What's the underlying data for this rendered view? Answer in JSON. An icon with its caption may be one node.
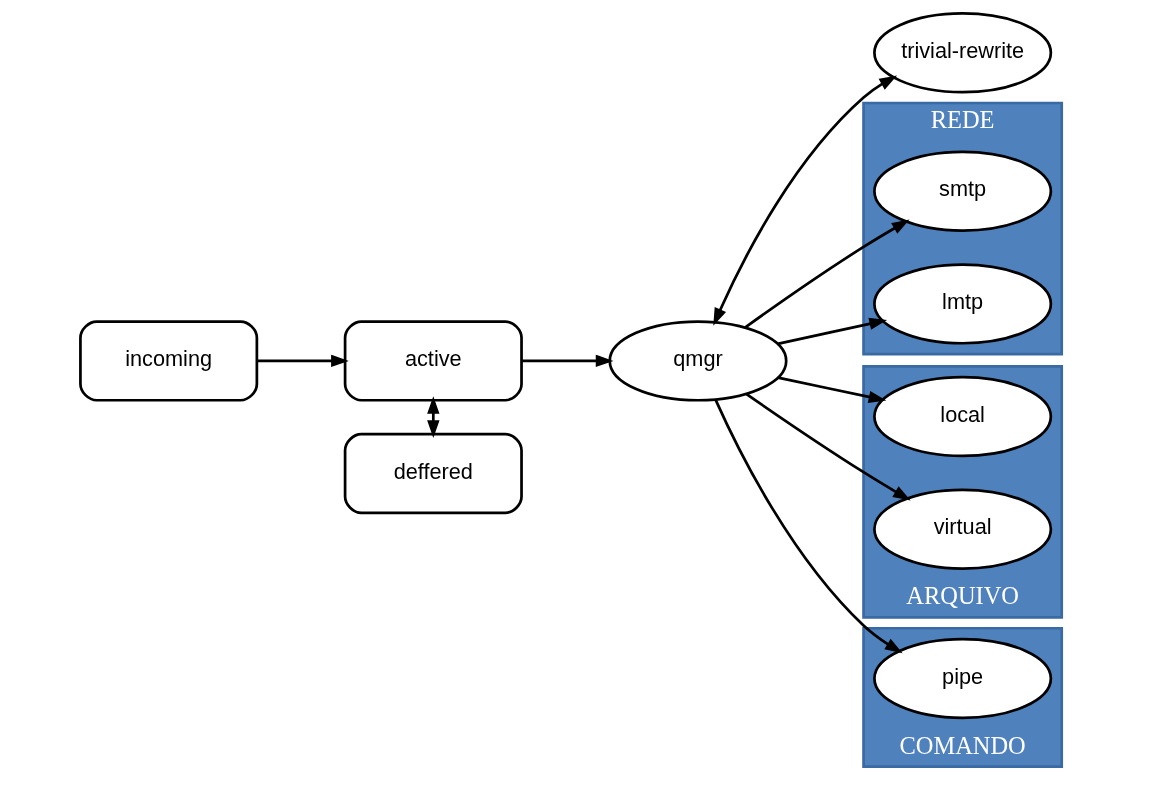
{
  "diagram": {
    "nodes": [
      {
        "text": [
          "trivial-rewrite"
        ]
      },
      {
        "text": [
          "incoming"
        ]
      },
      {
        "text": [
          "qmgr"
        ]
      },
      {
        "text": [
          "active"
        ]
      },
      {
        "text": [
          "deffered"
        ]
      },
      {
        "text": [
          "REDE"
        ]
      },
      {
        "text": [
          "smtp"
        ],
        "in": 5
      },
      {
        "text": [
          "lmtp"
        ],
        "in": 5
      },
      {
        "text": [
          "ARQUIVO"
        ]
      },
      {
        "text": [
          "local"
        ],
        "in": 8
      },
      {
        "text": [
          "virtual"
        ],
        "in": 8
      },
      {
        "text": [
          "COMANDO"
        ]
      },
      {
        "text": [
          "pipe"
        ],
        "in": 11
      }
    ],
    "edges": [
      {
        "from": 2,
        "to": 0,
        "arrow": "both"
      },
      {
        "from": 1,
        "to": 3,
        "arrow": "to"
      },
      {
        "from": 3,
        "to": 2,
        "arrow": "to"
      },
      {
        "from": 3,
        "to": 4,
        "arrow": "both"
      },
      {
        "from": 2,
        "to": 6,
        "arrow": "to"
      },
      {
        "from": 2,
        "to": 7,
        "arrow": "to"
      },
      {
        "from": 2,
        "to": 9,
        "arrow": "to"
      },
      {
        "from": 2,
        "to": 10,
        "arrow": "to"
      },
      {
        "from": 2,
        "to": 12,
        "arrow": "to"
      }
    ]
  }
}
